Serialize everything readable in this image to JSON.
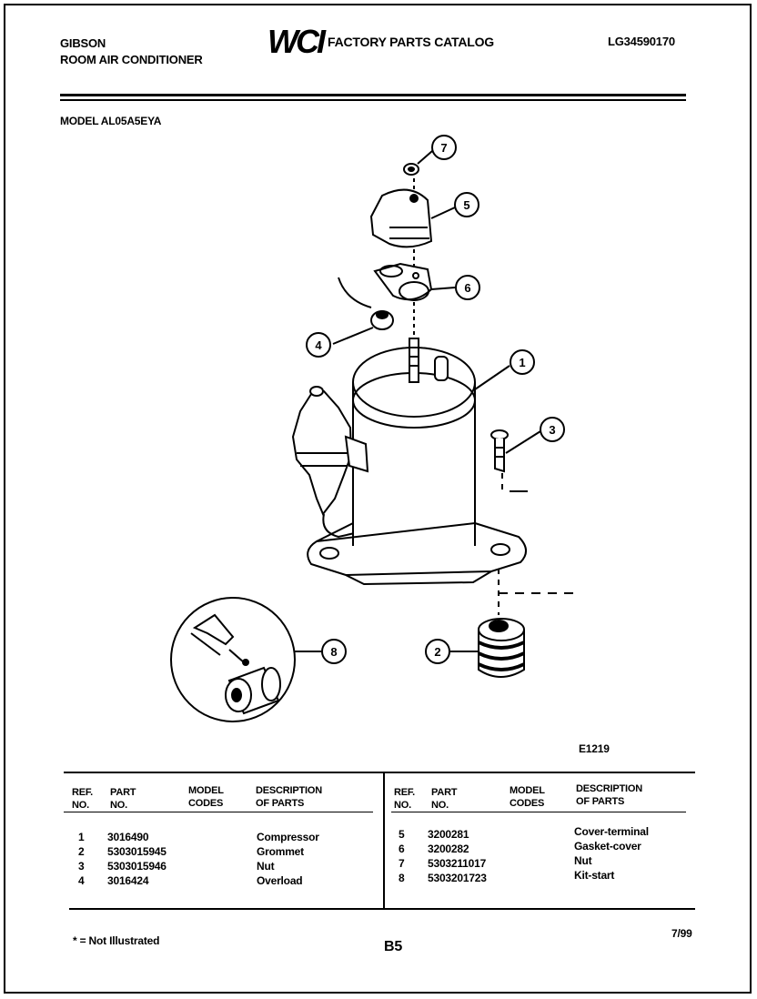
{
  "header": {
    "brand": "GIBSON",
    "product": "ROOM AIR CONDITIONER",
    "logo": "WCI",
    "catalog_title": "FACTORY PARTS CATALOG",
    "catalog_number": "LG34590170"
  },
  "model": "MODEL AL05A5EYA",
  "figure_code": "E1219",
  "callouts": [
    "1",
    "2",
    "3",
    "4",
    "5",
    "6",
    "7",
    "8"
  ],
  "table": {
    "headers": {
      "ref_no": [
        "REF.",
        "NO."
      ],
      "part_no": [
        "PART",
        "NO."
      ],
      "model_codes": [
        "MODEL",
        "CODES"
      ],
      "description": [
        "DESCRIPTION",
        "OF PARTS"
      ]
    },
    "left_rows": [
      {
        "ref": "1",
        "part": "3016490",
        "codes": "",
        "desc": "Compressor"
      },
      {
        "ref": "2",
        "part": "5303015945",
        "codes": "",
        "desc": "Grommet"
      },
      {
        "ref": "3",
        "part": "5303015946",
        "codes": "",
        "desc": "Nut"
      },
      {
        "ref": "4",
        "part": "3016424",
        "codes": "",
        "desc": "Overload"
      }
    ],
    "right_rows": [
      {
        "ref": "5",
        "part": "3200281",
        "codes": "",
        "desc": "Cover-terminal"
      },
      {
        "ref": "6",
        "part": "3200282",
        "codes": "",
        "desc": "Gasket-cover"
      },
      {
        "ref": "7",
        "part": "5303211017",
        "codes": "",
        "desc": "Nut"
      },
      {
        "ref": "8",
        "part": "5303201723",
        "codes": "",
        "desc": "Kit-start"
      }
    ]
  },
  "footer": {
    "note": "* = Not Illustrated",
    "page": "B5",
    "date": "7/99"
  }
}
